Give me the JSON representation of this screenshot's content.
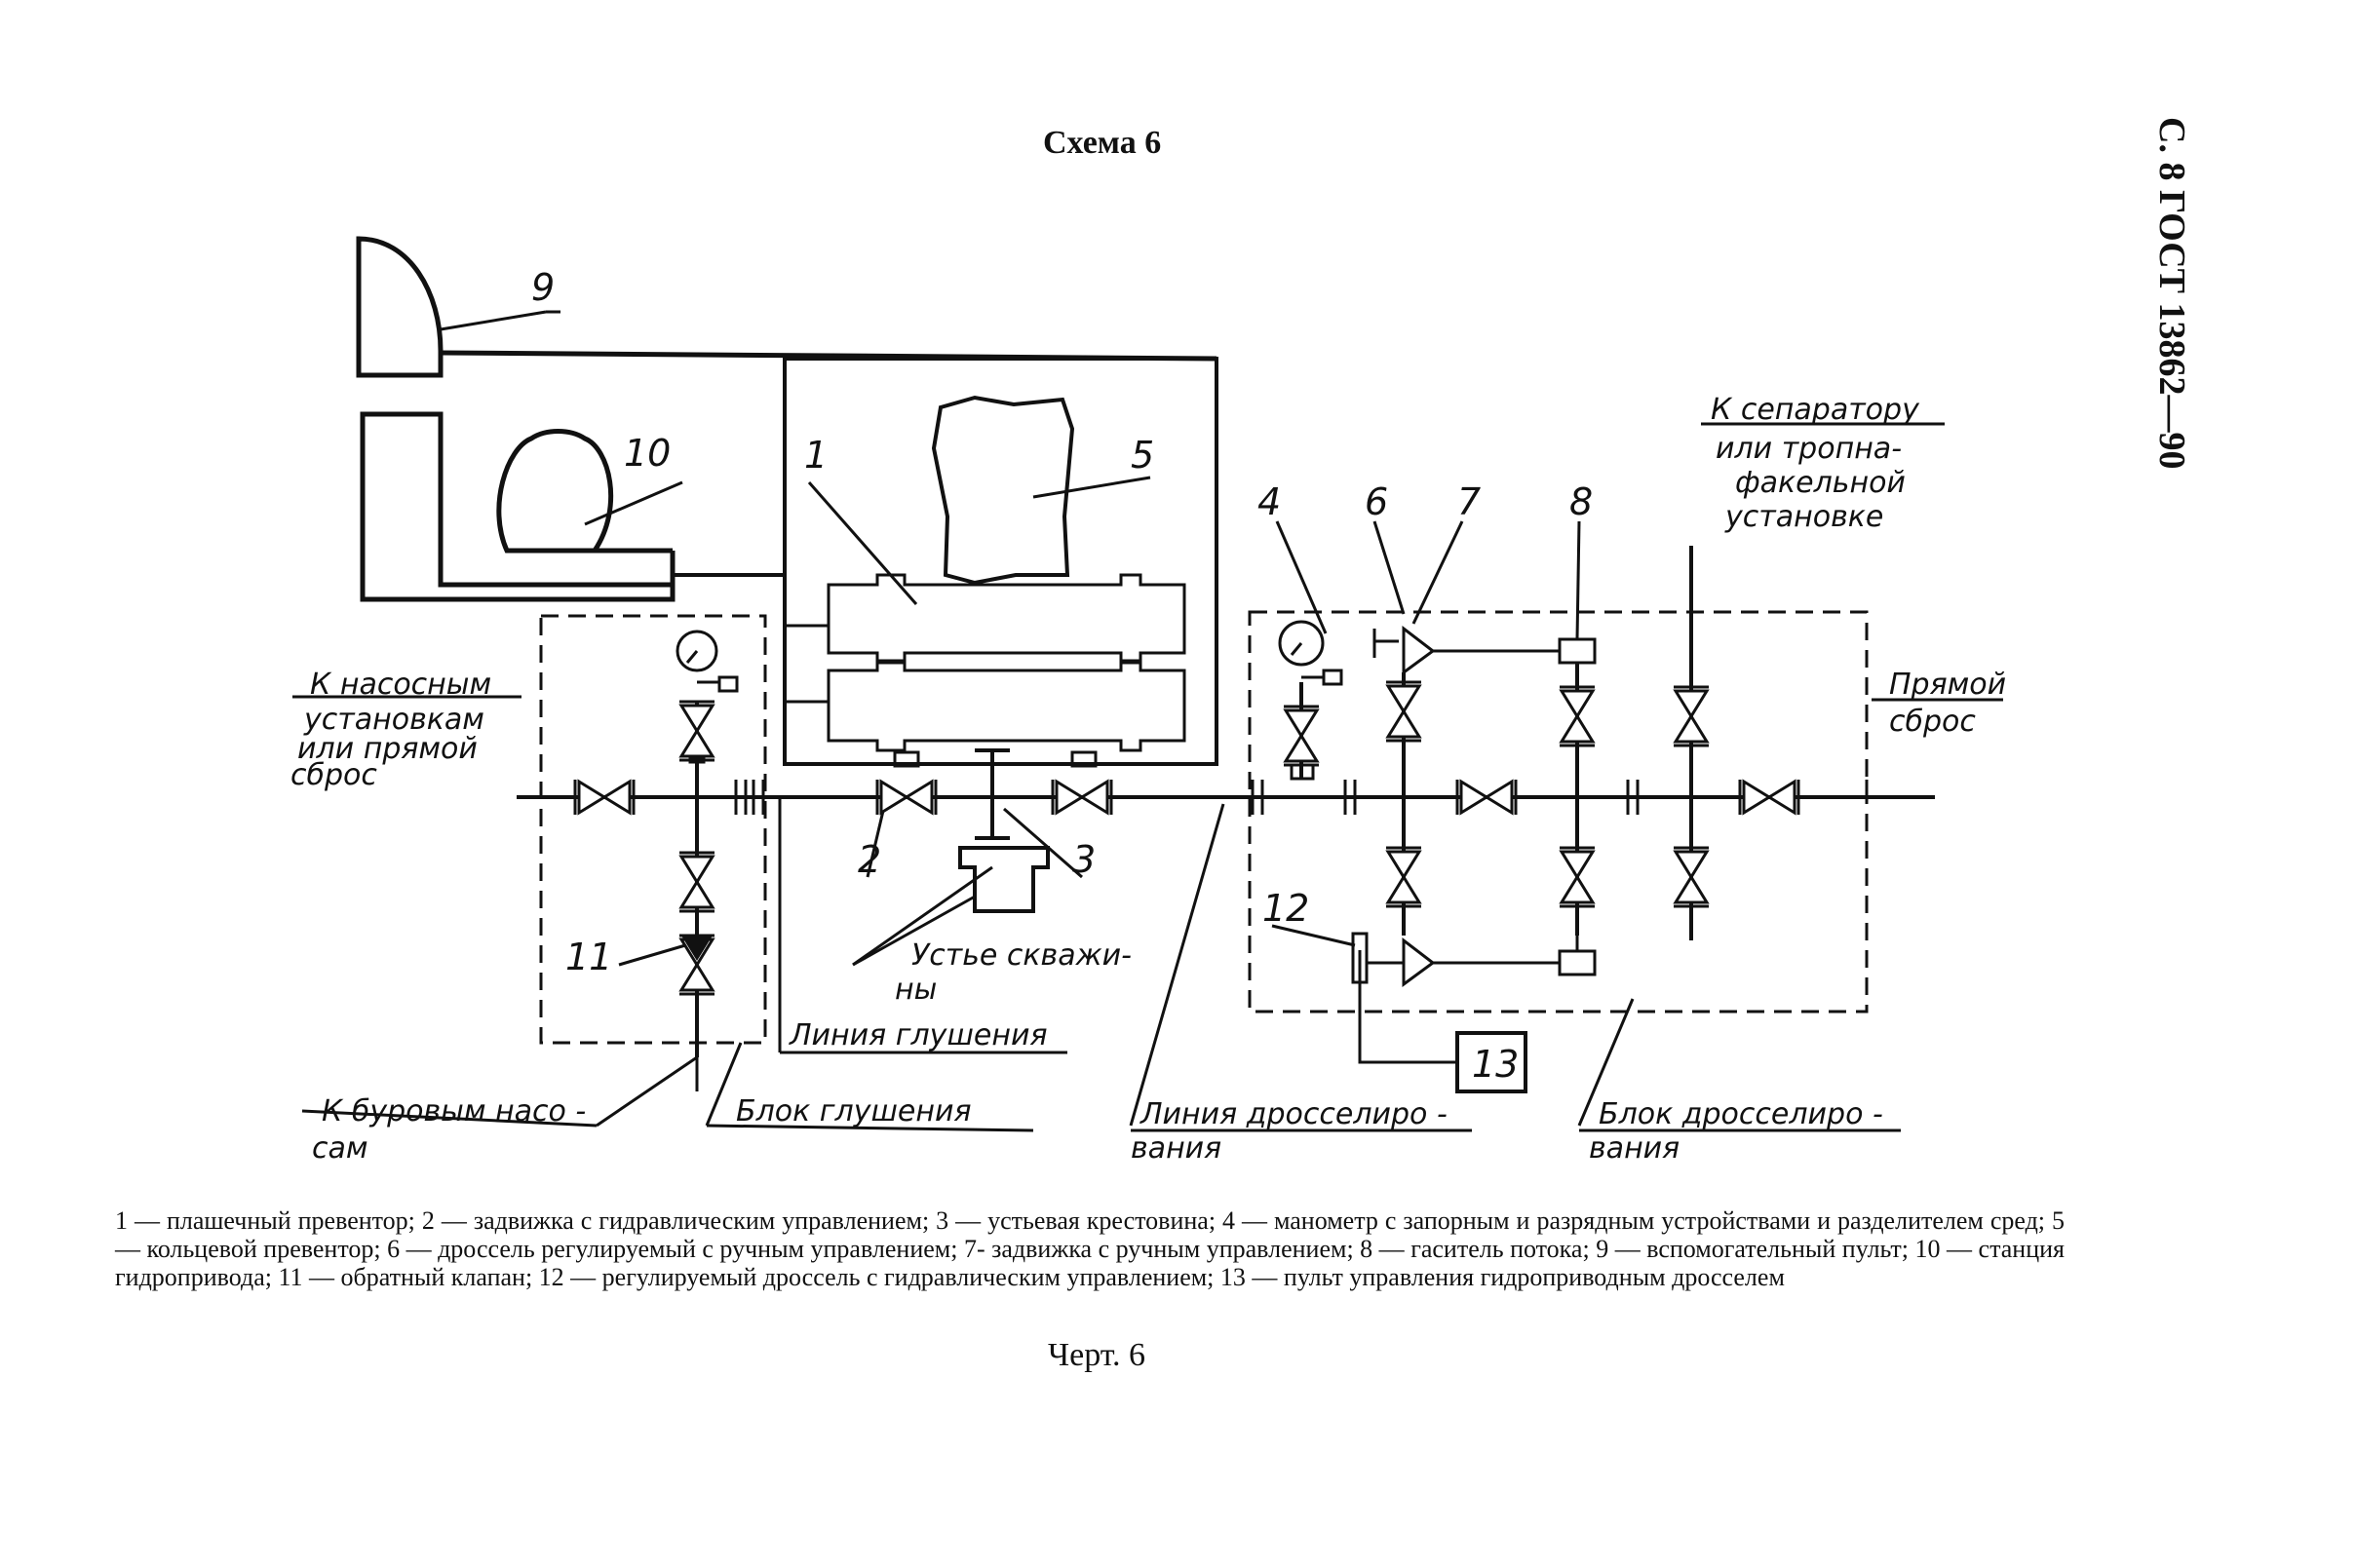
{
  "title": "Схема 6",
  "side_header": "С. 8 ГОСТ 13862—90",
  "labels": {
    "n1": "1",
    "n2": "2",
    "n3": "3",
    "n4": "4",
    "n5": "5",
    "n6": "6",
    "n7": "7",
    "n8": "8",
    "n9": "9",
    "n10": "10",
    "n11": "11",
    "n12": "12",
    "n13": "13",
    "pumps_1": "К насосным",
    "pumps_2": "установкам",
    "pumps_3": "или прямой",
    "pumps_4": "сброс",
    "separator_1": "К сепаратору",
    "separator_2": "или тропна-",
    "separator_3": "факельной",
    "separator_4": "установке",
    "direct_1": "Прямой",
    "direct_2": "сброс",
    "wellhead_1": "Устье скважи-",
    "wellhead_2": "ны",
    "kill_line": "Линия глушения",
    "kill_block": "Блок глушения",
    "drill_pumps_1": "К буровым насо -",
    "drill_pumps_2": "сам",
    "choke_line_1": "Линия дросселиро -",
    "choke_line_2": "вания",
    "choke_block_1": "Блок дросселиро -",
    "choke_block_2": "вания"
  },
  "legend": "1 — плашечный превентор; 2 — задвижка с гидравлическим управлением; 3 — устьевая крестовина; 4 — манометр с запорным и разрядным устройствами и разделителем сред; 5 — кольцевой превентор; 6 — дроссель регулируемый с ручным управлением; 7- задвижка с ручным управлением; 8 — гаситель потока; 9 — вспомогательный пульт; 10 — станция гидропривода; 11 — обратный клапан; 12 — регулируемый дроссель с гидравлическим управлением; 13 — пульт управления гидроприводным дросселем",
  "caption": "Черт. 6"
}
